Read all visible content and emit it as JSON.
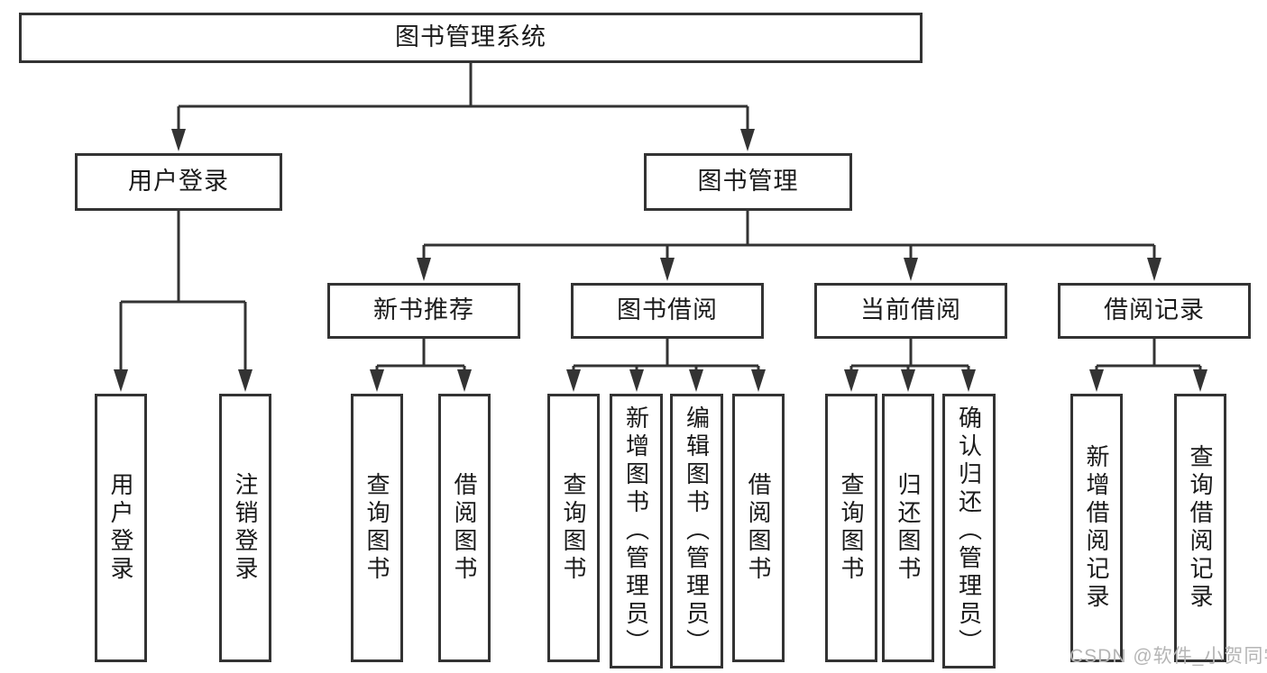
{
  "title": "图书管理系统",
  "watermark": "CSDN @软件_小贺同学",
  "colors": {
    "background": "#ffffff",
    "box_fill": "#ffffff",
    "box_border": "#333333",
    "line": "#333333",
    "text": "#1a1a1a",
    "watermark": "#b5b5b5"
  },
  "nodes": {
    "root": {
      "label": "图书管理系统"
    },
    "user_login": {
      "label": "用户登录"
    },
    "book_management": {
      "label": "图书管理"
    },
    "new_book_recommend": {
      "label": "新书推荐"
    },
    "book_borrowing": {
      "label": "图书借阅"
    },
    "current_borrowing": {
      "label": "当前借阅"
    },
    "borrowing_records": {
      "label": "借阅记录"
    },
    "leaves": {
      "user_login": {
        "label": "用户登录"
      },
      "logout": {
        "label": "注销登录"
      },
      "nbr_query_books": {
        "label": "查询图书"
      },
      "nbr_borrow_books": {
        "label": "借阅图书"
      },
      "bb_query_books": {
        "label": "查询图书"
      },
      "bb_add_books_admin": {
        "label": "新增图书（管理员）"
      },
      "bb_edit_books_admin": {
        "label": "编辑图书（管理员）"
      },
      "bb_borrow_books": {
        "label": "借阅图书"
      },
      "cb_query_books": {
        "label": "查询图书"
      },
      "cb_return_books": {
        "label": "归还图书"
      },
      "cb_confirm_return_admin": {
        "label": "确认归还（管理员）"
      },
      "br_add_record": {
        "label": "新增借阅记录"
      },
      "br_query_record": {
        "label": "查询借阅记录"
      }
    }
  },
  "edges": [
    [
      "图书管理系统",
      "用户登录"
    ],
    [
      "图书管理系统",
      "图书管理"
    ],
    [
      "用户登录",
      "用户登录"
    ],
    [
      "用户登录",
      "注销登录"
    ],
    [
      "图书管理",
      "新书推荐"
    ],
    [
      "图书管理",
      "图书借阅"
    ],
    [
      "图书管理",
      "当前借阅"
    ],
    [
      "图书管理",
      "借阅记录"
    ],
    [
      "新书推荐",
      "查询图书"
    ],
    [
      "新书推荐",
      "借阅图书"
    ],
    [
      "图书借阅",
      "查询图书"
    ],
    [
      "图书借阅",
      "新增图书（管理员）"
    ],
    [
      "图书借阅",
      "编辑图书（管理员）"
    ],
    [
      "图书借阅",
      "借阅图书"
    ],
    [
      "当前借阅",
      "查询图书"
    ],
    [
      "当前借阅",
      "归还图书"
    ],
    [
      "当前借阅",
      "确认归还（管理员）"
    ],
    [
      "借阅记录",
      "新增借阅记录"
    ],
    [
      "借阅记录",
      "查询借阅记录"
    ]
  ]
}
